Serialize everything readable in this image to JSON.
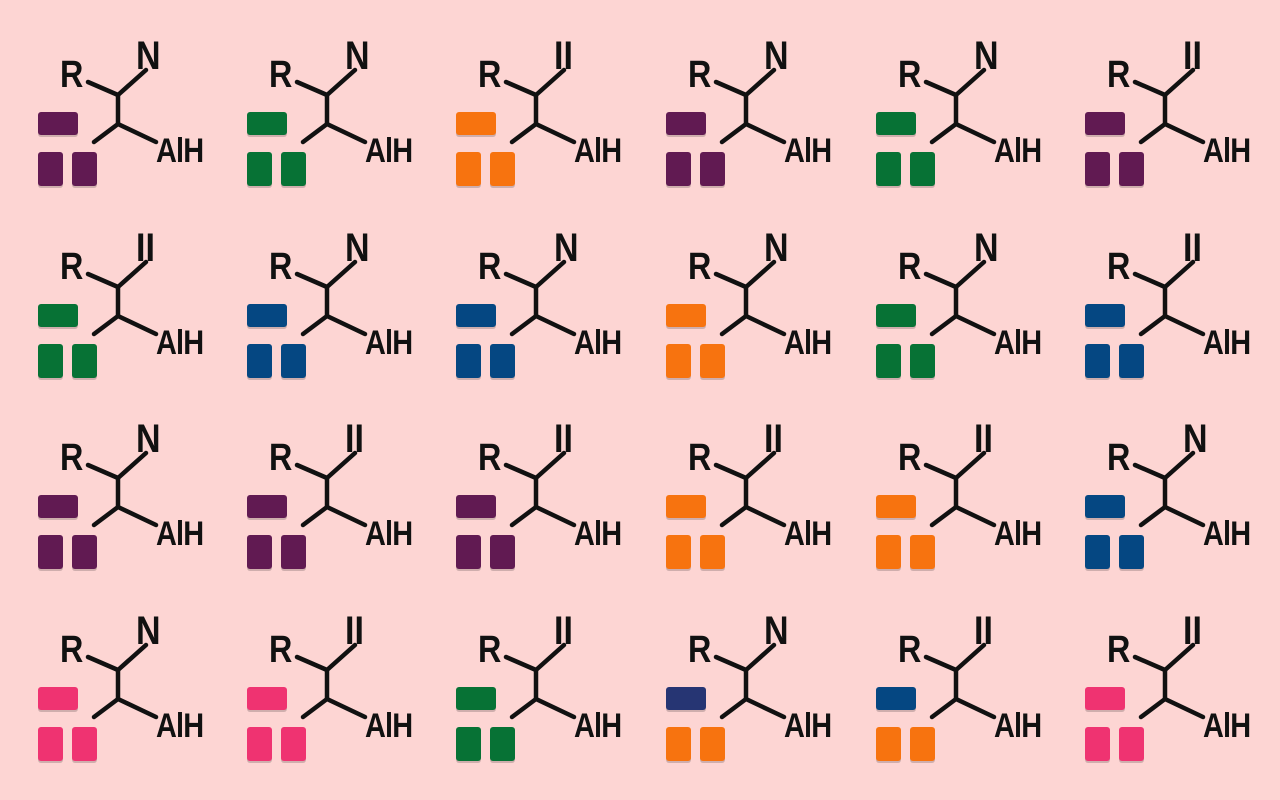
{
  "colors": {
    "purple": "#611a52",
    "green": "#077235",
    "orange": "#f7730f",
    "blue": "#054782",
    "pink": "#ef3371",
    "navy": "#263573"
  },
  "tiles": [
    [
      {
        "r": "R",
        "top": "N",
        "alh": "AlH",
        "top_block": "purple",
        "bottom_blocks": "purple"
      },
      {
        "r": "R",
        "top": "N",
        "alh": "AlH",
        "top_block": "green",
        "bottom_blocks": "green"
      },
      {
        "r": "R",
        "top": "II",
        "alh": "AlH",
        "top_block": "orange",
        "bottom_blocks": "orange"
      },
      {
        "r": "R",
        "top": "N",
        "alh": "AlH",
        "top_block": "purple",
        "bottom_blocks": "purple"
      },
      {
        "r": "R",
        "top": "N",
        "alh": "AlH",
        "top_block": "green",
        "bottom_blocks": "green"
      },
      {
        "r": "R",
        "top": "II",
        "alh": "AlH",
        "top_block": "purple",
        "bottom_blocks": "purple"
      }
    ],
    [
      {
        "r": "R",
        "top": "II",
        "alh": "AlH",
        "top_block": "green",
        "bottom_blocks": "green"
      },
      {
        "r": "R",
        "top": "N",
        "alh": "AlH",
        "top_block": "blue",
        "bottom_blocks": "blue"
      },
      {
        "r": "R",
        "top": "N",
        "alh": "AlH",
        "top_block": "blue",
        "bottom_blocks": "blue"
      },
      {
        "r": "R",
        "top": "N",
        "alh": "AlH",
        "top_block": "orange",
        "bottom_blocks": "orange"
      },
      {
        "r": "R",
        "top": "N",
        "alh": "AlH",
        "top_block": "green",
        "bottom_blocks": "green"
      },
      {
        "r": "R",
        "top": "II",
        "alh": "AlH",
        "top_block": "blue",
        "bottom_blocks": "blue"
      }
    ],
    [
      {
        "r": "R",
        "top": "N",
        "alh": "AlH",
        "top_block": "purple",
        "bottom_blocks": "purple"
      },
      {
        "r": "R",
        "top": "II",
        "alh": "AlH",
        "top_block": "purple",
        "bottom_blocks": "purple"
      },
      {
        "r": "R",
        "top": "II",
        "alh": "AlH",
        "top_block": "purple",
        "bottom_blocks": "purple"
      },
      {
        "r": "R",
        "top": "II",
        "alh": "AlH",
        "top_block": "orange",
        "bottom_blocks": "orange"
      },
      {
        "r": "R",
        "top": "II",
        "alh": "AlH",
        "top_block": "orange",
        "bottom_blocks": "orange"
      },
      {
        "r": "R",
        "top": "N",
        "alh": "AlH",
        "top_block": "blue",
        "bottom_blocks": "blue"
      }
    ],
    [
      {
        "r": "R",
        "top": "N",
        "alh": "AlH",
        "top_block": "pink",
        "bottom_blocks": "pink"
      },
      {
        "r": "R",
        "top": "II",
        "alh": "AlH",
        "top_block": "pink",
        "bottom_blocks": "pink"
      },
      {
        "r": "R",
        "top": "II",
        "alh": "AlH",
        "top_block": "green",
        "bottom_blocks": "green"
      },
      {
        "r": "R",
        "top": "N",
        "alh": "AlH",
        "top_block": "navy",
        "bottom_blocks": "orange"
      },
      {
        "r": "R",
        "top": "II",
        "alh": "AlH",
        "top_block": "blue",
        "bottom_blocks": "orange"
      },
      {
        "r": "R",
        "top": "II",
        "alh": "AlH",
        "top_block": "pink",
        "bottom_blocks": "pink"
      }
    ]
  ]
}
